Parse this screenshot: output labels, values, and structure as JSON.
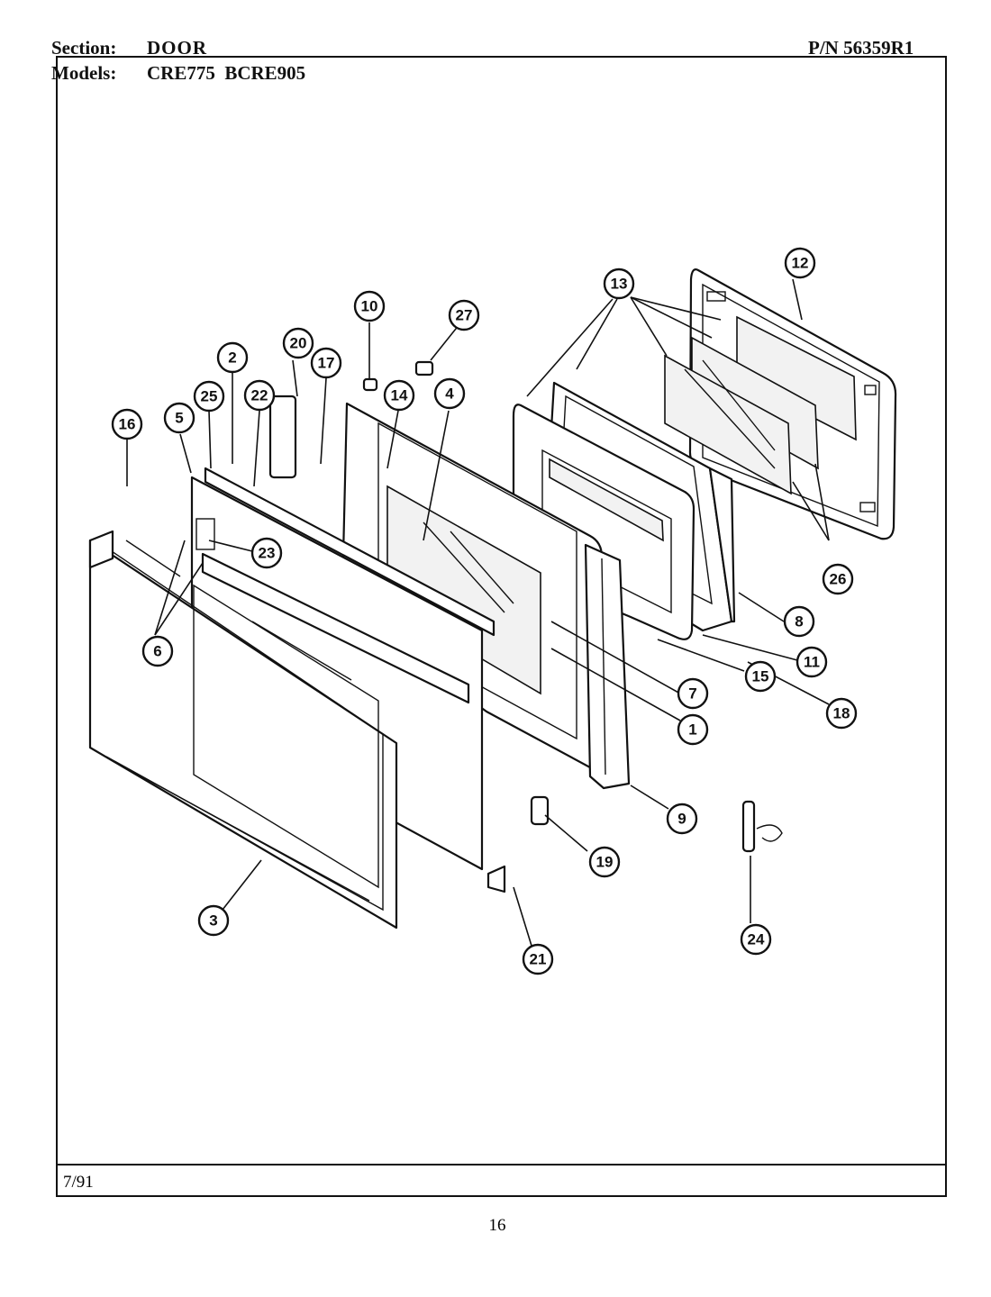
{
  "header": {
    "section_label": "Section:",
    "section_value": "DOOR",
    "models_label": "Models:",
    "models_value": "CRE775  BCRE905",
    "part_number": "P/N 56359R1"
  },
  "footer": {
    "date": "7/91",
    "page_number": "16"
  },
  "callouts": [
    "1",
    "2",
    "3",
    "4",
    "5",
    "6",
    "7",
    "8",
    "9",
    "10",
    "11",
    "12",
    "13",
    "14",
    "15",
    "16",
    "17",
    "18",
    "19",
    "20",
    "21",
    "22",
    "23",
    "24",
    "25",
    "26",
    "27"
  ]
}
